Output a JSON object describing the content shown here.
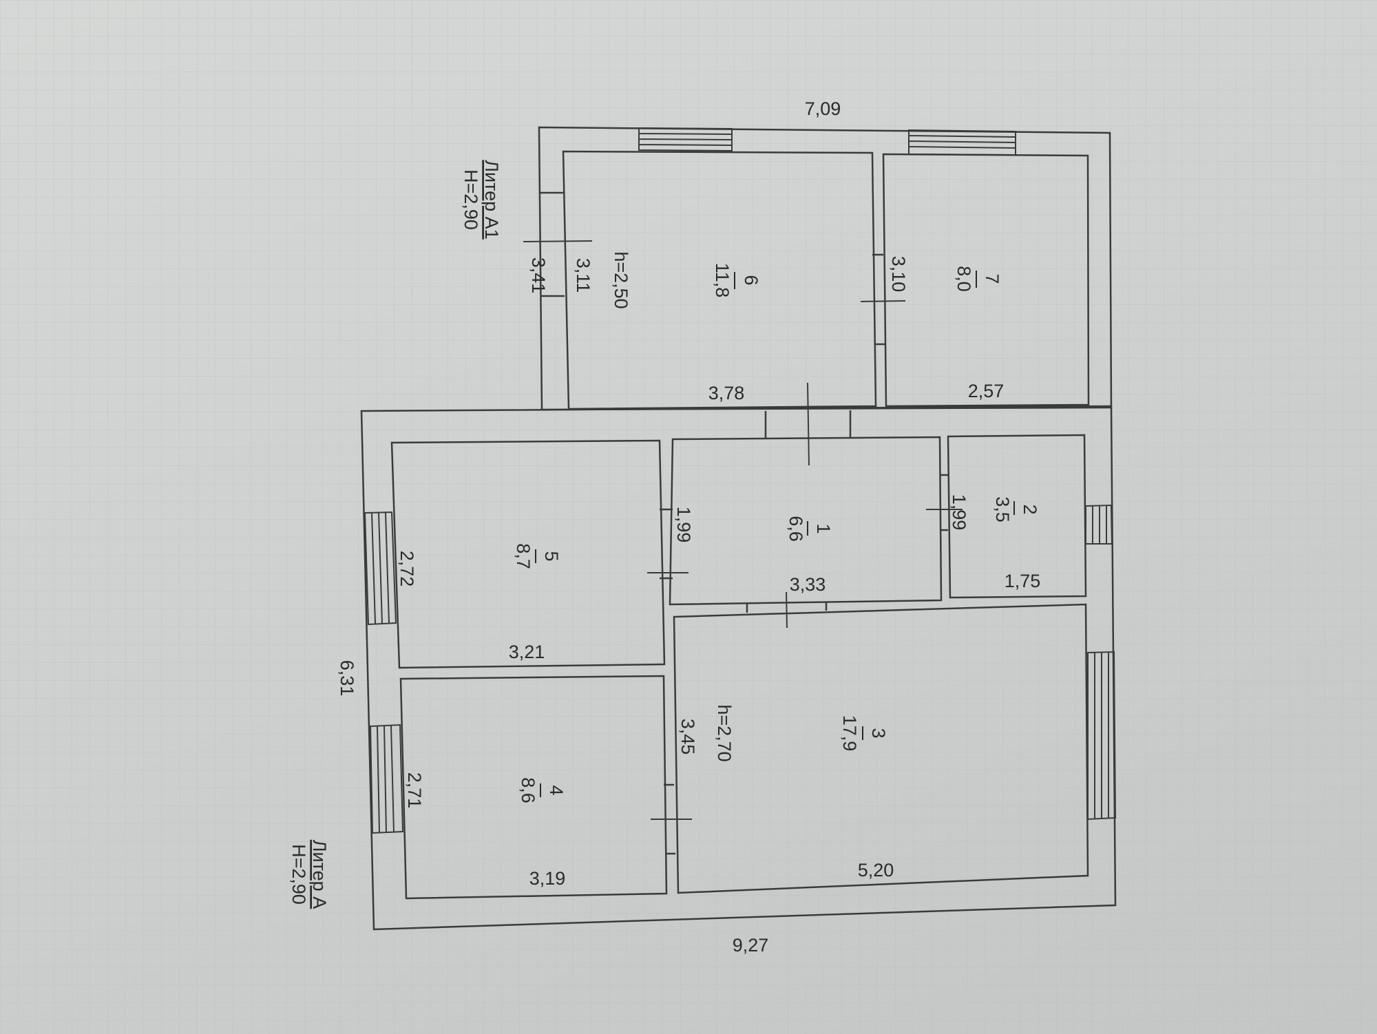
{
  "plan": {
    "outer_dims": {
      "top_a1": "7,09",
      "left_a1": "3,41",
      "left_a": "6,31",
      "bottom_a": "9,27"
    },
    "liters": [
      {
        "name": "Литер А1",
        "height": "H=2,90"
      },
      {
        "name": "Литер А",
        "height": "H=2,90"
      }
    ],
    "rooms": [
      {
        "num": "6",
        "area": "11,8",
        "ceiling": "h=2,50",
        "dims": [
          "3,11",
          "3,78"
        ]
      },
      {
        "num": "7",
        "area": "8,0",
        "ceiling": "",
        "dims": [
          "3,10",
          "2,57"
        ]
      },
      {
        "num": "1",
        "area": "6,6",
        "ceiling": "",
        "dims": [
          "1,99",
          "3,33"
        ]
      },
      {
        "num": "2",
        "area": "3,5",
        "ceiling": "",
        "dims": [
          "1,99",
          "1,75"
        ]
      },
      {
        "num": "5",
        "area": "8,7",
        "ceiling": "",
        "dims": [
          "2,72",
          "3,21"
        ]
      },
      {
        "num": "4",
        "area": "8,6",
        "ceiling": "",
        "dims": [
          "2,71",
          "3,19"
        ]
      },
      {
        "num": "3",
        "area": "17,9",
        "ceiling": "h=2,70",
        "dims": [
          "3,45",
          "5,20"
        ]
      }
    ]
  }
}
